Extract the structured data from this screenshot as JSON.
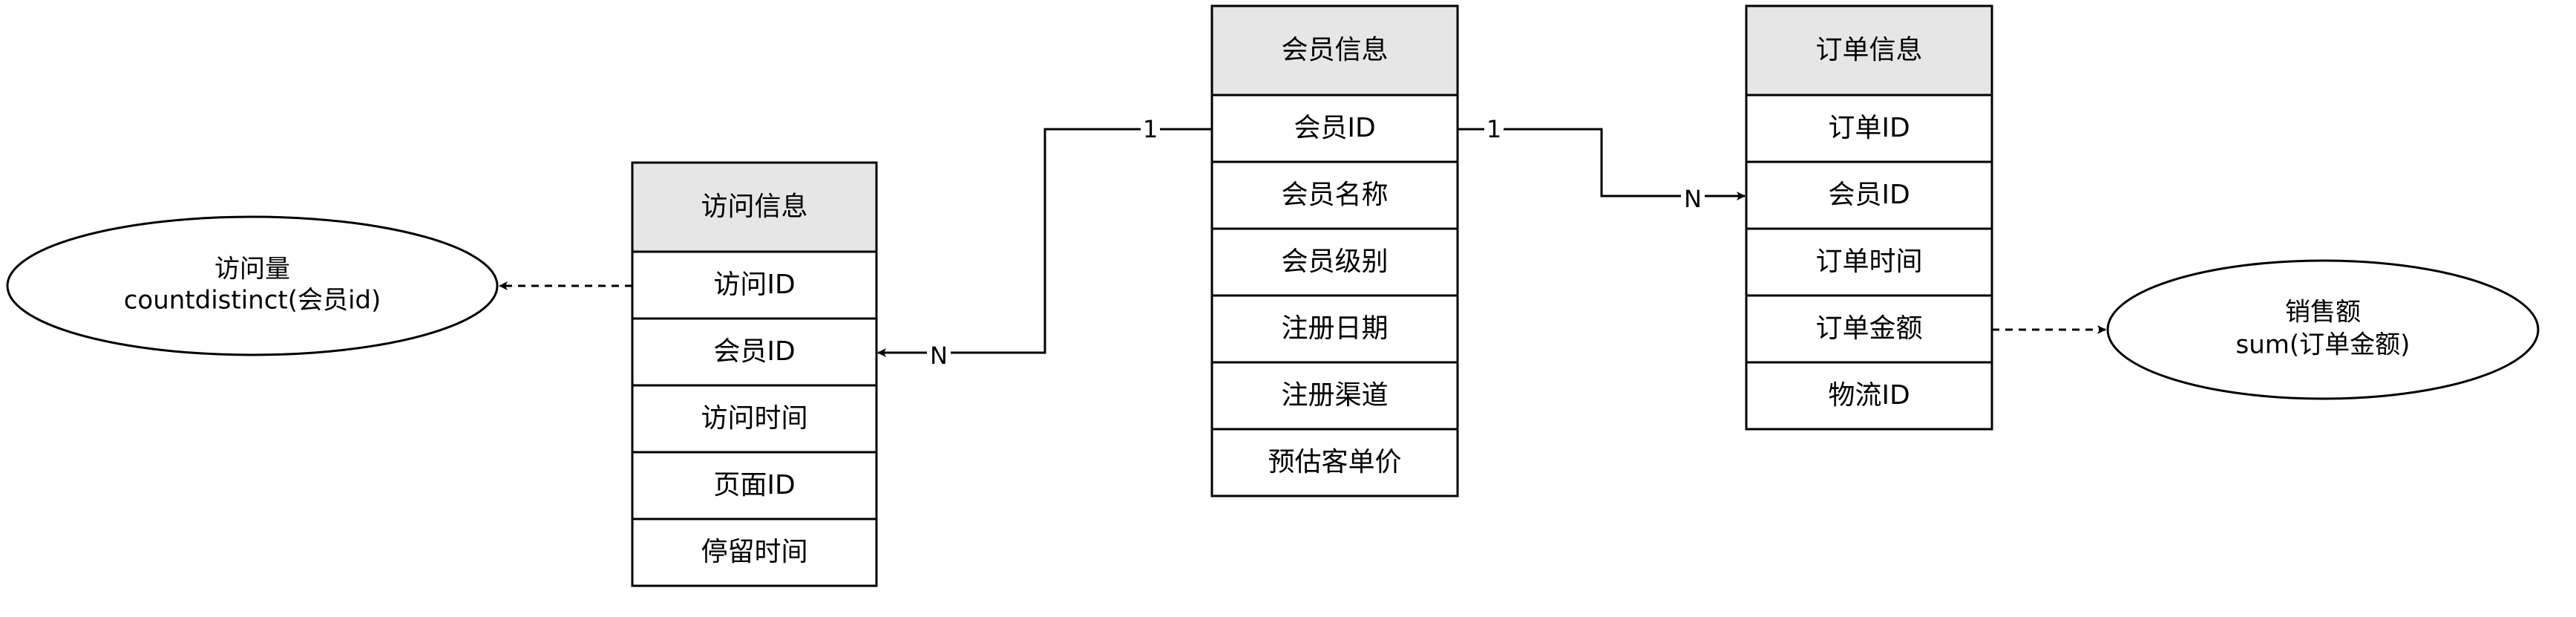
{
  "tables": {
    "visit": {
      "title": "访问信息",
      "fields": [
        "访问ID",
        "会员ID",
        "访问时间",
        "页面ID",
        "停留时间"
      ]
    },
    "member": {
      "title": "会员信息",
      "fields": [
        "会员ID",
        "会员名称",
        "会员级别",
        "注册日期",
        "注册渠道",
        "预估客单价"
      ]
    },
    "order": {
      "title": "订单信息",
      "fields": [
        "订单ID",
        "会员ID",
        "订单时间",
        "订单金额",
        "物流ID"
      ]
    }
  },
  "metrics": {
    "visits": {
      "name": "访问量",
      "formula": "countdistinct(会员id)"
    },
    "sales": {
      "name": "销售额",
      "formula": "sum(订单金额)"
    }
  },
  "relations": {
    "member_visit": {
      "from_card": "1",
      "to_card": "N"
    },
    "member_order": {
      "from_card": "1",
      "to_card": "N"
    }
  },
  "colors": {
    "header_fill": "#e6e6e6",
    "stroke": "#000000",
    "background": "#ffffff"
  }
}
